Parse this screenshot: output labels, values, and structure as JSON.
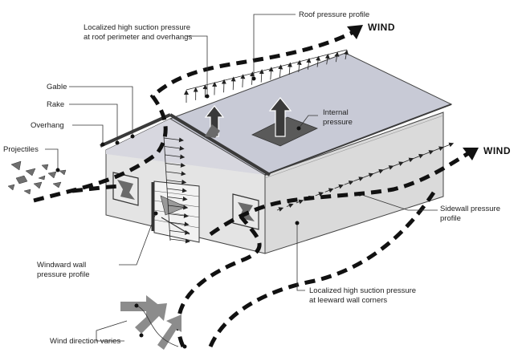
{
  "labels": {
    "roof_pressure_profile": "Roof pressure profile",
    "localized_roof_line1": "Localized high suction pressure",
    "localized_roof_line2": "at roof perimeter and overhangs",
    "gable": "Gable",
    "rake": "Rake",
    "overhang": "Overhang",
    "projectiles": "Projectiles",
    "internal_line1": "Internal",
    "internal_line2": "pressure",
    "sidewall_line1": "Sidewall pressure",
    "sidewall_line2": "profile",
    "windward_line1": "Windward wall",
    "windward_line2": "pressure profile",
    "leeward_line1": "Localized high suction pressure",
    "leeward_line2": "at leeward wall corners",
    "wind_direction_varies": "Wind direction varies",
    "wind_top": "WIND",
    "wind_right": "WIND"
  },
  "colors": {
    "roof": "#c8cad6",
    "wall_front": "#e2e2e2",
    "wall_side": "#d6d6d6",
    "roof_edge": "#3a3a3a",
    "gray_arrows": "#8c8c8c",
    "dark": "#111111"
  },
  "icons": [
    "wind-flow-arrow",
    "pressure-arrow",
    "broken-window-icon",
    "projectile-debris-icon",
    "wind-direction-arrow"
  ]
}
